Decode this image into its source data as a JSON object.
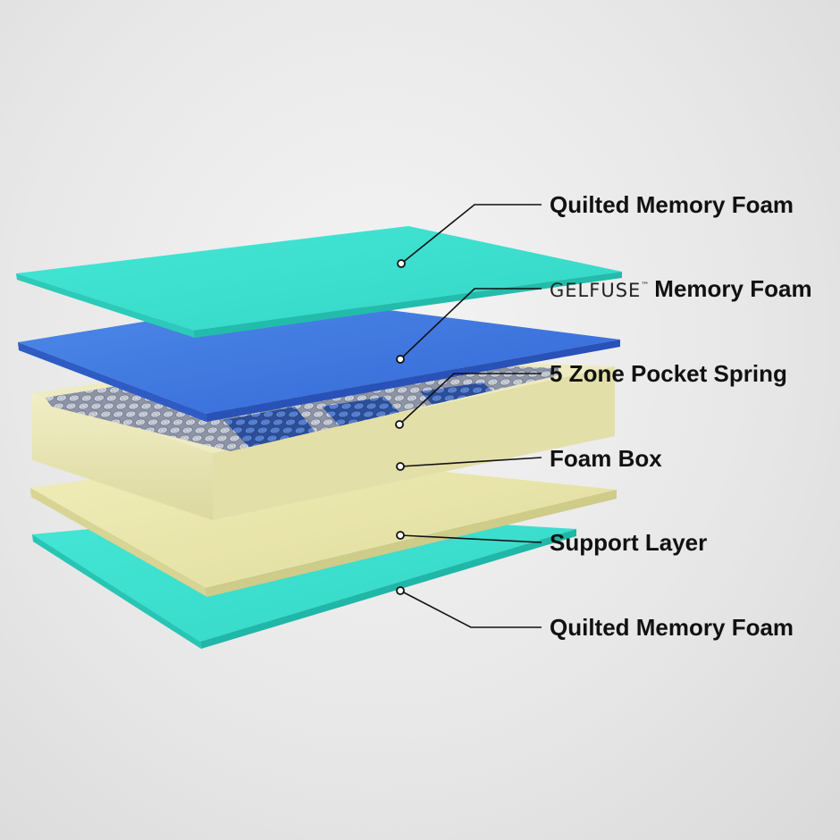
{
  "layers": [
    {
      "id": "top-foam",
      "label": "Quilted Memory Foam",
      "color": "#3de0cf"
    },
    {
      "id": "gelfuse-foam",
      "brand": "GELFUSE",
      "trademark": "™",
      "label": "Memory Foam",
      "color": "#3f7be0"
    },
    {
      "id": "pocket-spring",
      "label": "5 Zone Pocket Spring",
      "color": "#9aa3b5"
    },
    {
      "id": "foam-box",
      "label": "Foam Box",
      "color": "#ece8b8"
    },
    {
      "id": "support-layer",
      "label": "Support Layer",
      "color": "#e9e6a8"
    },
    {
      "id": "bottom-foam",
      "label": "Quilted Memory Foam",
      "color": "#2fd8c6"
    }
  ]
}
